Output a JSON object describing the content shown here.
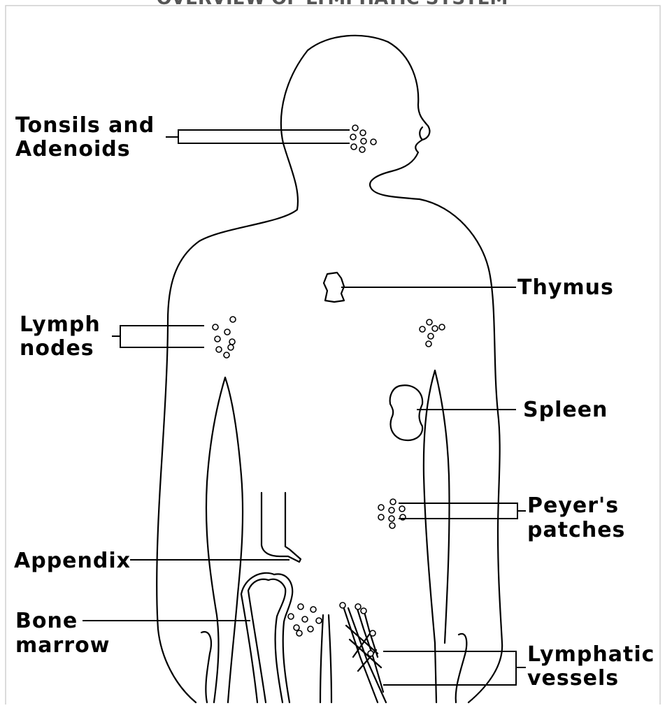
{
  "diagram": {
    "title": "OVERVIEW OF LYMPHATIC SYSTEM",
    "labels": {
      "tonsils_line1": "Tonsils and",
      "tonsils_line2": "Adenoids",
      "lymph_line1": "Lymph",
      "lymph_line2": "nodes",
      "appendix": "Appendix",
      "bone_line1": "Bone",
      "bone_line2": "marrow",
      "thymus": "Thymus",
      "spleen": "Spleen",
      "peyers_line1": "Peyer's",
      "peyers_line2": "patches",
      "lymphatic_line1": "Lymphatic",
      "lymphatic_line2": "vessels"
    }
  }
}
